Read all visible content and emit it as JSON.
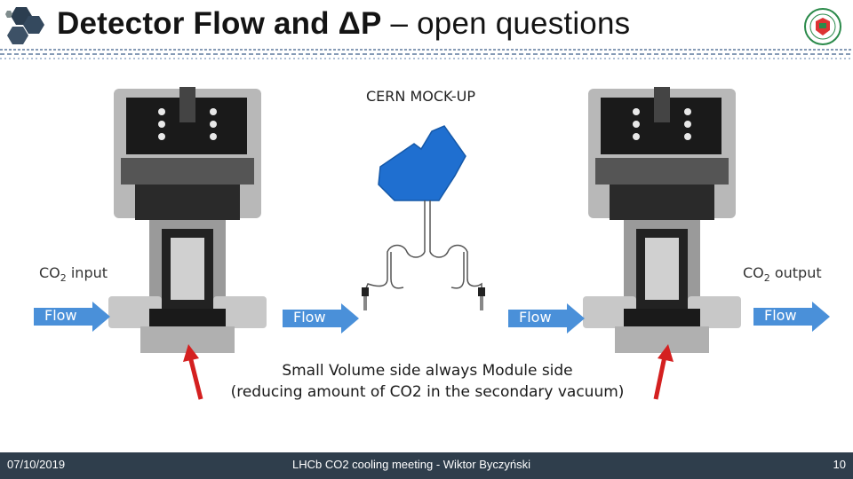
{
  "header": {
    "title": "Detector Flow and ΔP",
    "title_rest": " – open questions"
  },
  "figure": {
    "mockup_label": "CERN MOCK-UP",
    "co2_input": {
      "text": "CO",
      "sub": "2",
      "suffix": " input"
    },
    "co2_output": {
      "text": "CO",
      "sub": "2",
      "suffix": " output"
    },
    "flow_labels": [
      "Flow",
      "Flow",
      "Flow",
      "Flow"
    ],
    "caption_line1": "Small Volume side always Module side",
    "caption_line2": "(reducing amount of CO2 in the secondary vacuum)"
  },
  "footer": {
    "date": "07/10/2019",
    "center": "LHCb CO2 cooling meeting - Wiktor Byczyński",
    "page": "10"
  },
  "colors": {
    "footer_bg": "#2f3e4c",
    "flow_arrow": "#4a90d9",
    "mockup_blue": "#1f6fd0",
    "red_arrow": "#d42020"
  },
  "icons": {
    "header_logo": "hexagon-logo-icon",
    "seal": "university-seal-icon"
  }
}
